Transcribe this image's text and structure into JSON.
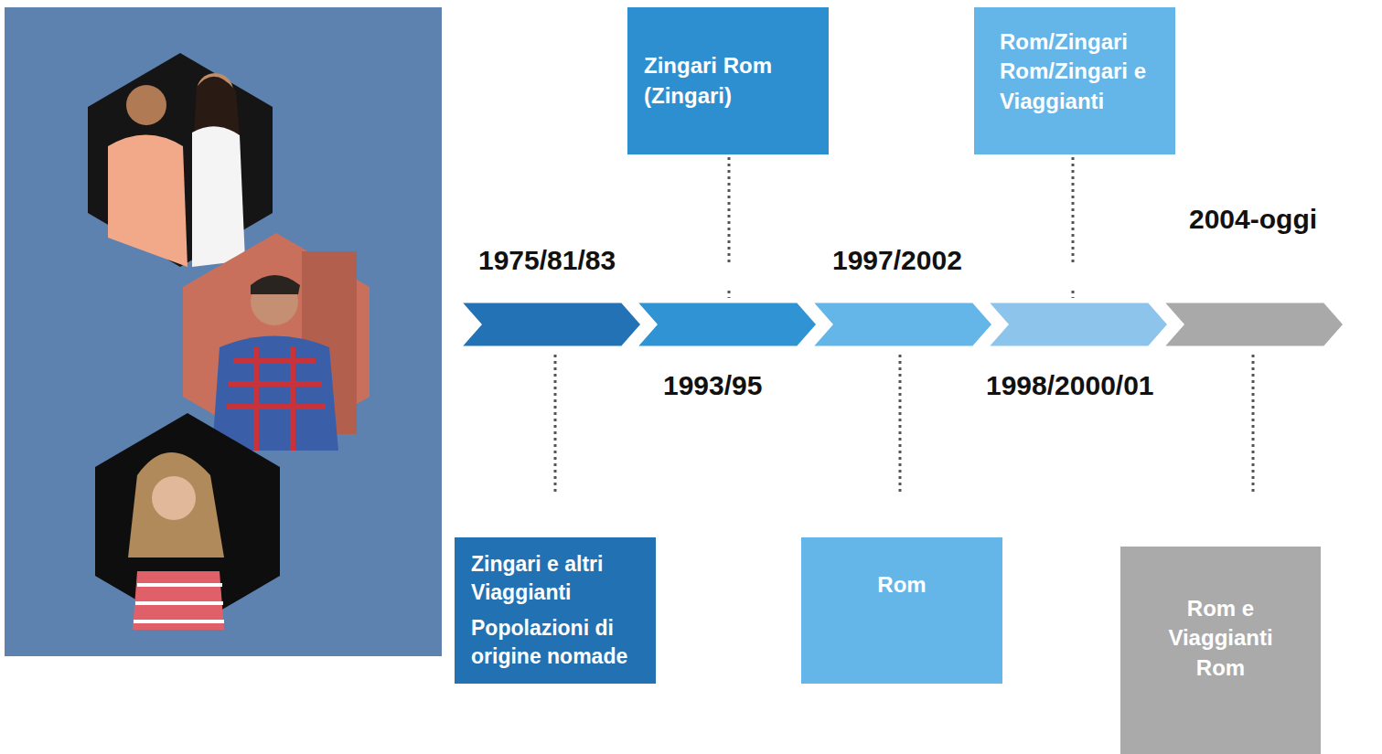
{
  "diagram": {
    "nodes": [
      {
        "text": [
          "Zingari Rom (Zingari)"
        ]
      },
      {
        "text": [
          "Rom/Zingari Rom/Zingari e Viaggianti"
        ]
      },
      {
        "text": [
          "Zingari e altri Viaggianti",
          "Popolazioni di origine nomade"
        ]
      },
      {
        "text": [
          "Rom"
        ]
      },
      {
        "text": [
          "Rom e Viaggianti Rom"
        ]
      }
    ],
    "labels": [
      "1975/81/83",
      "1993/95",
      "1997/2002",
      "1998/2000/01",
      "2004-oggi"
    ]
  }
}
